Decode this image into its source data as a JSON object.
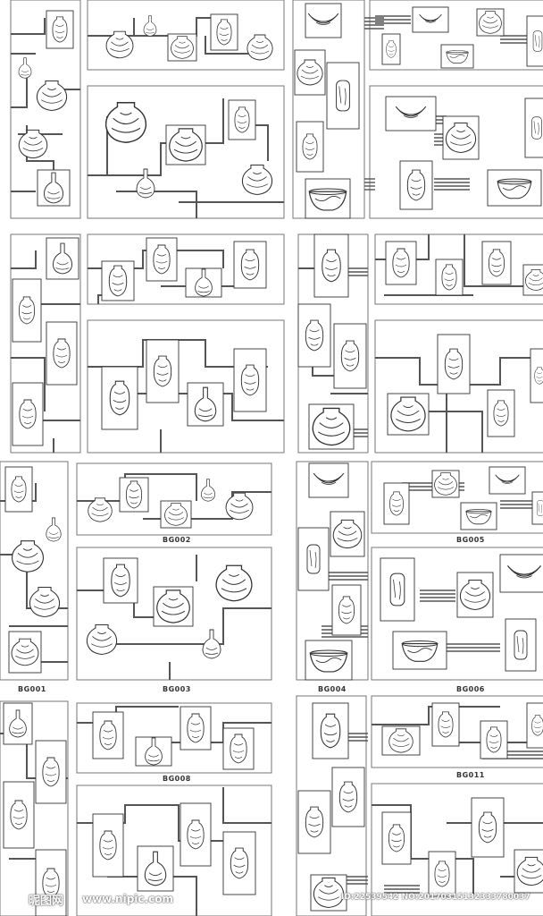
{
  "design_codes": [
    "BG001",
    "BG002",
    "BG003",
    "BG004",
    "BG005",
    "BG006",
    "BG008",
    "BG011"
  ],
  "watermark": {
    "logo": "昵图网",
    "site": "www.nipic.com",
    "id_line": "ID:22539542 NO:20170315132333780037"
  },
  "colors": {
    "line": "#555555",
    "frame": "#777777",
    "ink": "#333333",
    "background": "#ffffff"
  },
  "icons": [
    "vase-outline-icon",
    "bowl-outline-icon",
    "jar-outline-icon",
    "moon-dish-icon"
  ]
}
